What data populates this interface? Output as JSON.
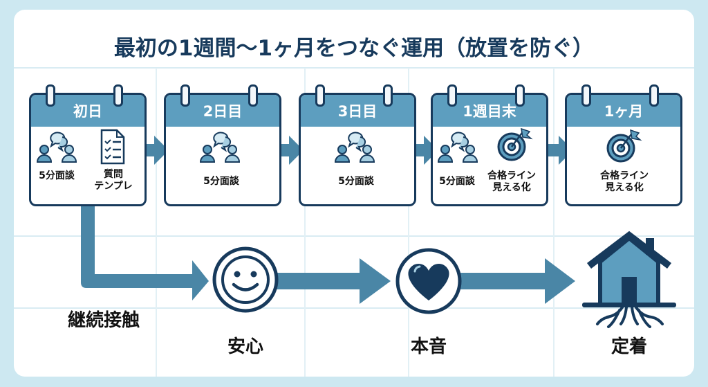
{
  "title": "最初の1週間〜1ヶ月をつなぐ運用（放置を防ぐ）",
  "colors": {
    "navy": "#173a5c",
    "accent": "#5d9ebf",
    "arrow": "#4a86a6",
    "light": "#a7cfe2",
    "bg": "#cde8f1"
  },
  "timeline": [
    {
      "label": "初日",
      "items": [
        {
          "icon": "meeting-icon",
          "text": "5分面談"
        },
        {
          "icon": "checklist-document-icon",
          "text": "質問\nテンプレ"
        }
      ]
    },
    {
      "label": "2日目",
      "items": [
        {
          "icon": "meeting-icon",
          "text": "5分面談"
        }
      ]
    },
    {
      "label": "3日目",
      "items": [
        {
          "icon": "meeting-icon",
          "text": "5分面談"
        }
      ]
    },
    {
      "label": "1週目末",
      "items": [
        {
          "icon": "meeting-icon",
          "text": "5分面談"
        },
        {
          "icon": "target-flag-icon",
          "text": "合格ライン\n見える化"
        }
      ]
    },
    {
      "label": "1ヶ月",
      "items": [
        {
          "icon": "target-flag-icon",
          "text": "合格ライン\n見える化"
        }
      ]
    }
  ],
  "flow": {
    "branch_label": "継続接触",
    "steps": [
      {
        "icon": "smiley-icon",
        "label": "安心"
      },
      {
        "icon": "heart-icon",
        "label": "本音"
      },
      {
        "icon": "rooted-house-icon",
        "label": "定着"
      }
    ]
  }
}
